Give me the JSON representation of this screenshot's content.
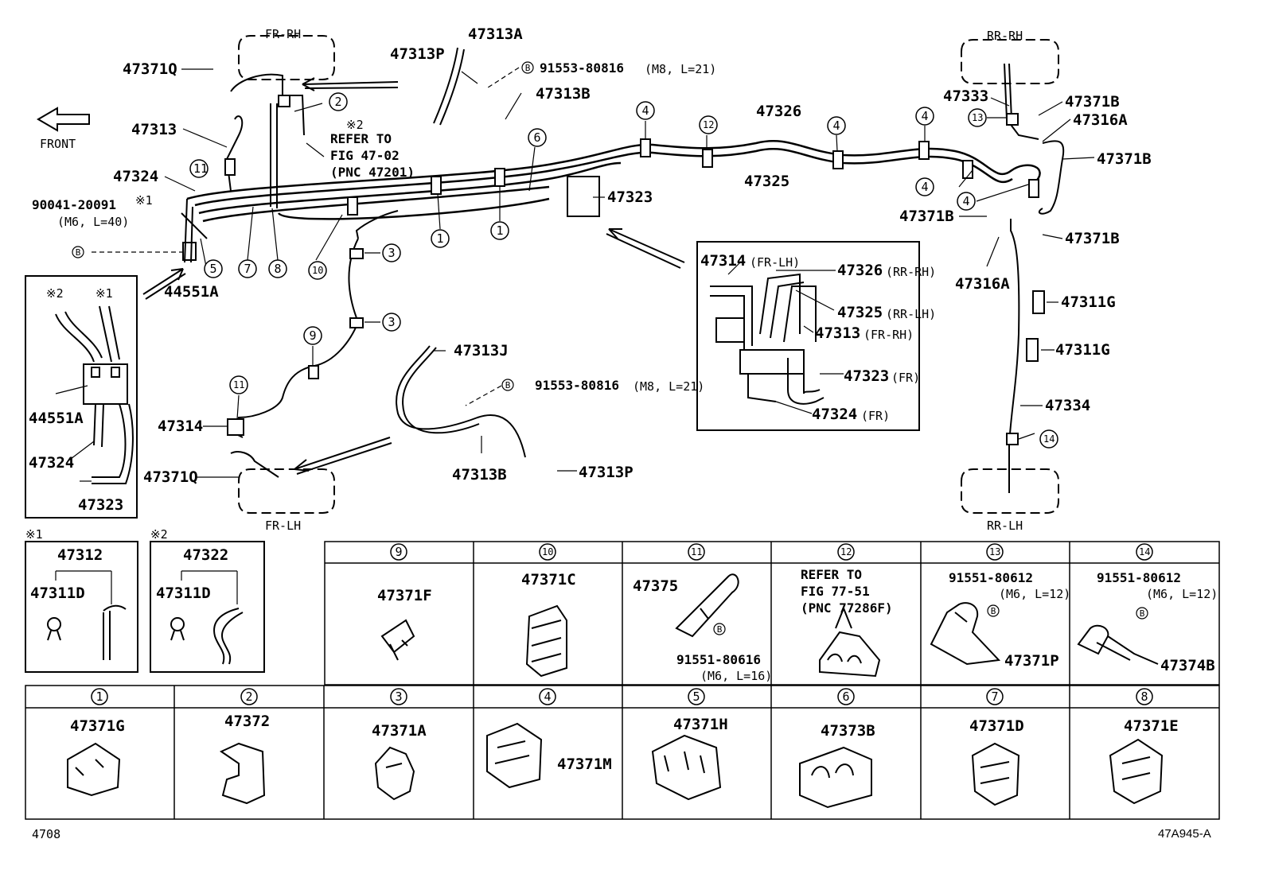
{
  "header": {
    "front_label": "FRONT"
  },
  "regions": {
    "fr_rh": "FR-RH",
    "fr_lh": "FR-LH",
    "rr_rh": "RR-RH",
    "rr_lh": "RR-LH"
  },
  "callouts": {
    "p47371Q_top": "47371Q",
    "p47313P_top": "47313P",
    "p47313A": "47313A",
    "bolt_top": "91553-80816",
    "bolt_top_spec": "(M8, L=21)",
    "p47313B_top": "47313B",
    "p47313": "47313",
    "note2": "※2",
    "refer_1": "REFER TO",
    "refer_2": "FIG 47-02",
    "refer_3": "(PNC 47201)",
    "p47324": "47324",
    "note1": "※1",
    "bolt_90041": "90041-20091",
    "bolt_90041_spec": "(M6, L=40)",
    "p44551A": "44551A",
    "p47326": "47326",
    "p47325": "47325",
    "p47323": "47323",
    "p47333": "47333",
    "p47371B_1": "47371B",
    "p47316A_1": "47316A",
    "p47371B_2": "47371B",
    "p47371B_3": "47371B",
    "p47371B_4": "47371B",
    "p47316A_2": "47316A",
    "p47311G_1": "47311G",
    "p47311G_2": "47311G",
    "p47334": "47334",
    "p47313J": "47313J",
    "bolt_mid": "91553-80816",
    "bolt_mid_spec": "(M8, L=21)",
    "p47314": "47314",
    "p47371Q_bot": "47371Q",
    "p47313B_bot": "47313B",
    "p47313P_bot": "47313P"
  },
  "inset": {
    "r1": "47314",
    "r1s": "(FR-LH)",
    "r2": "47326",
    "r2s": "(RR-RH)",
    "r3": "47325",
    "r3s": "(RR-LH)",
    "r4": "47313",
    "r4s": "(FR-RH)",
    "r5": "47323",
    "r5s": "(FR)",
    "r6": "47324",
    "r6s": "(FR)"
  },
  "left_detail": {
    "n2": "※2",
    "n1": "※1",
    "p1": "44551A",
    "p2": "47324",
    "p3": "47323"
  },
  "note_boxes": [
    {
      "mark": "※1",
      "part": "47312",
      "sub": "47311D"
    },
    {
      "mark": "※2",
      "part": "47322",
      "sub": "47311D"
    }
  ],
  "clip_table_top": [
    {
      "num": "9",
      "part": "47371F"
    },
    {
      "num": "10",
      "part": "47371C"
    },
    {
      "num": "11",
      "part": "47375",
      "bolt": "91551-80616",
      "spec": "(M6, L=16)"
    },
    {
      "num": "12",
      "refer1": "REFER TO",
      "refer2": "FIG 77-51",
      "refer3": "(PNC 77286F)"
    },
    {
      "num": "13",
      "bolt": "91551-80612",
      "spec": "(M6, L=12)",
      "part": "47371P"
    },
    {
      "num": "14",
      "bolt": "91551-80612",
      "spec": "(M6, L=12)",
      "part": "47374B"
    }
  ],
  "clip_table_bottom": [
    {
      "num": "1",
      "part": "47371G"
    },
    {
      "num": "2",
      "part": "47372"
    },
    {
      "num": "3",
      "part": "47371A"
    },
    {
      "num": "4",
      "part": "47371M"
    },
    {
      "num": "5",
      "part": "47371H"
    },
    {
      "num": "6",
      "part": "47373B"
    },
    {
      "num": "7",
      "part": "47371D"
    },
    {
      "num": "8",
      "part": "47371E"
    }
  ],
  "bolt_marker": "B",
  "footer": {
    "left": "4708",
    "right": "47A945-A"
  }
}
